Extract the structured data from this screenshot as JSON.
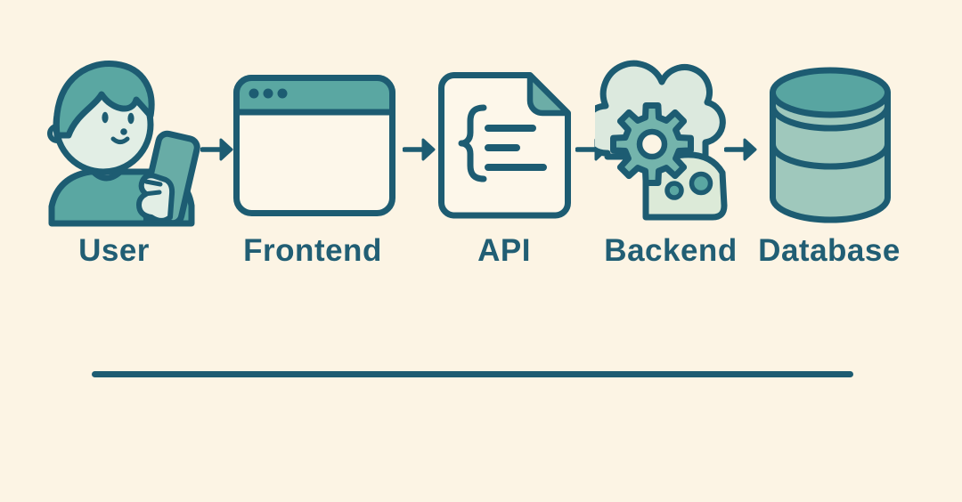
{
  "diagram": {
    "type": "flow-diagram",
    "nodes": [
      {
        "id": "user",
        "label": "User",
        "icon": "user-with-phone-icon"
      },
      {
        "id": "frontend",
        "label": "Frontend",
        "icon": "browser-window-icon"
      },
      {
        "id": "api",
        "label": "API",
        "icon": "code-document-icon"
      },
      {
        "id": "backend",
        "label": "Backend",
        "icon": "cloud-gear-server-icon"
      },
      {
        "id": "database",
        "label": "Database",
        "icon": "database-cylinder-icon"
      }
    ],
    "arrows": [
      {
        "from": "user",
        "to": "frontend"
      },
      {
        "from": "frontend",
        "to": "api"
      },
      {
        "from": "api",
        "to": "backend"
      },
      {
        "from": "backend",
        "to": "database"
      }
    ],
    "divider_present": true
  },
  "palette": {
    "background": "#fcf4e4",
    "outline_dark_teal": "#1d5c72",
    "label_text": "#215e74",
    "teal_medium": "#5aa7a2",
    "teal_gear": "#74b4ac",
    "teal_phone": "#68aca6",
    "mint_light": "#e2eee5",
    "cloud_light": "#dce9de",
    "server_light_green": "#dcead8",
    "interior_cream": "#fdf7ea",
    "database_body": "#9fc8bc",
    "database_top": "#58a5a1",
    "fold_teal": "#6cada7"
  }
}
